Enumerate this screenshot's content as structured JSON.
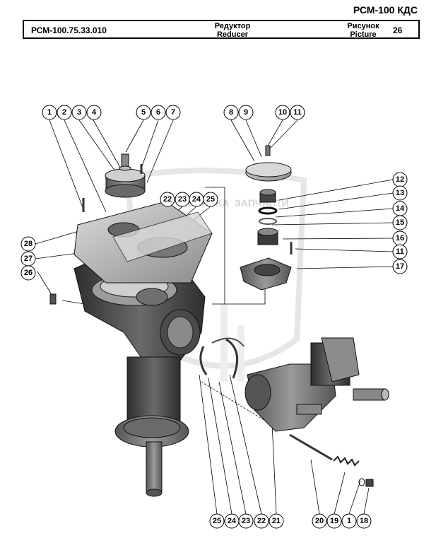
{
  "header": {
    "model": "РСМ-100 КДС",
    "code": "РСМ-100.75.33.010",
    "title_ru": "Редуктор",
    "title_en": "Reducer",
    "figure_label_ru": "Рисунок",
    "figure_label_en": "Picture",
    "figure_number": "26"
  },
  "watermark": {
    "text_left": "ТЕХНИКА",
    "text_right": "ЗАПЧАСТИ"
  },
  "callouts": {
    "c1": "1",
    "c2": "2",
    "c3": "3",
    "c4": "4",
    "c5": "5",
    "c6": "6",
    "c7": "7",
    "c8": "8",
    "c9": "9",
    "c10": "10",
    "c11": "11",
    "c12": "12",
    "c13": "13",
    "c14": "14",
    "c15": "15",
    "c16": "16",
    "c11b": "11",
    "c17": "17",
    "c28": "28",
    "c27": "27",
    "c26": "26",
    "c22t": "22",
    "c23t": "23",
    "c24t": "24",
    "c25t": "25",
    "c25b": "25",
    "c24b": "24",
    "c23b": "23",
    "c22b": "22",
    "c21b": "21",
    "c20b": "20",
    "c19b": "19",
    "c1b": "1",
    "c18b": "18"
  },
  "colors": {
    "metal_dark": "#3a3a3a",
    "metal_mid": "#7d7d7d",
    "metal_light": "#bdbdbd",
    "watermark": "#e6e6e6"
  }
}
